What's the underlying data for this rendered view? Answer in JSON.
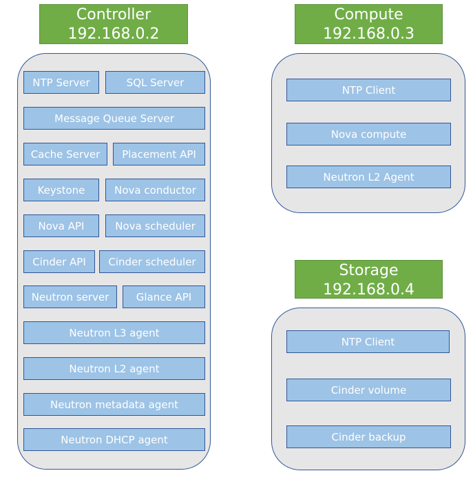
{
  "controller": {
    "name": "Controller",
    "ip": "192.168.0.2",
    "services": [
      "NTP Server",
      "SQL Server",
      "Message Queue Server",
      "Cache Server",
      "Placement API",
      "Keystone",
      "Nova conductor",
      "Nova API",
      "Nova scheduler",
      "Cinder API",
      "Cinder scheduler",
      "Neutron server",
      "Glance API",
      "Neutron L3 agent",
      "Neutron L2 agent",
      "Neutron metadata agent",
      "Neutron DHCP agent"
    ]
  },
  "compute": {
    "name": "Compute",
    "ip": "192.168.0.3",
    "services": [
      "NTP Client",
      "Nova compute",
      "Neutron L2 Agent"
    ]
  },
  "storage": {
    "name": "Storage",
    "ip": "192.168.0.4",
    "services": [
      "NTP Client",
      "Cinder volume",
      "Cinder backup"
    ]
  }
}
